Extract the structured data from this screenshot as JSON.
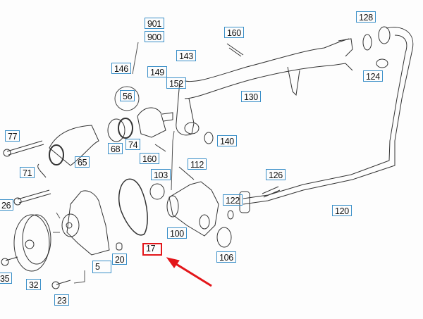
{
  "diagram": {
    "highlighted_part": "17",
    "highlight_color": "#e3161a",
    "label_border_color": "#3a8fc8",
    "callouts": {
      "p901": "901",
      "p900": "900",
      "p160a": "160",
      "p128": "128",
      "p143": "143",
      "p146": "146",
      "p149": "149",
      "p152": "152",
      "p124": "124",
      "p56": "56",
      "p130": "130",
      "p77": "77",
      "p68": "68",
      "p74": "74",
      "p140": "140",
      "p160b": "160",
      "p112": "112",
      "p71": "71",
      "p65": "65",
      "p103": "103",
      "p126": "126",
      "p26": "26",
      "p122": "122",
      "p120": "120",
      "p100": "100",
      "p17": "17",
      "p106": "106",
      "p35": "35",
      "p5": "5",
      "p20": "20",
      "p32": "32",
      "p23": "23"
    }
  }
}
